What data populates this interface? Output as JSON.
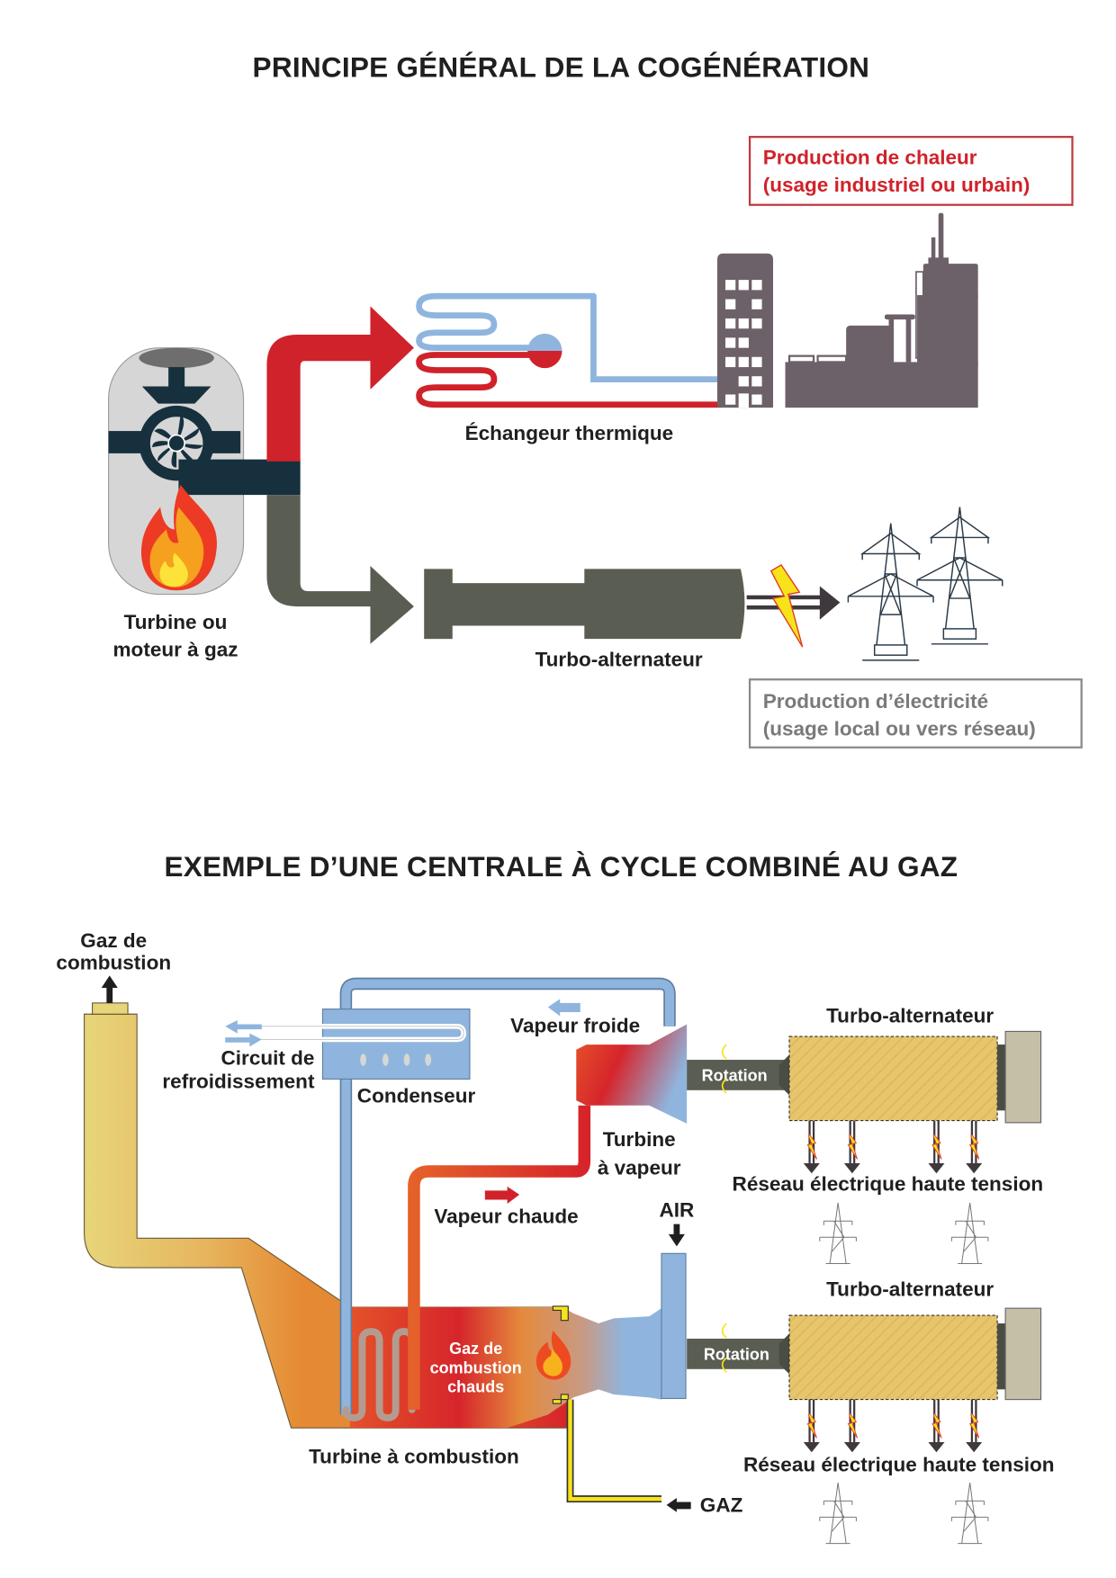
{
  "section1": {
    "title": "PRINCIPE GÉNÉRAL DE LA COGÉNÉRATION",
    "heat_box": {
      "line1": "Production de chaleur",
      "line2": "(usage industriel ou urbain)",
      "color": "#d0222a"
    },
    "exchanger_label": "Échangeur thermique",
    "turbine_label": {
      "line1": "Turbine ou",
      "line2": "moteur à gaz"
    },
    "alternator_label": "Turbo-alternateur",
    "electricity_box": {
      "line1": "Production d’électricité",
      "line2": "(usage local ou vers réseau)",
      "color": "#7a7a7a"
    },
    "icons": [
      "gas-turbine-icon",
      "flame-icon",
      "heat-arrow-icon",
      "exhaust-arrow-icon",
      "heat-exchanger-icon",
      "apartment-building-icon",
      "factory-icon",
      "turbo-alternator-icon",
      "lightning-icon",
      "pylon-icon"
    ]
  },
  "section2": {
    "title": "EXEMPLE D’UNE CENTRALE À CYCLE COMBINÉ AU GAZ",
    "flue_gas_label": {
      "line1": "Gaz de",
      "line2": "combustion"
    },
    "cooling_label": {
      "line1": "Circuit de",
      "line2": "refroidissement"
    },
    "condenser_label": "Condenseur",
    "cold_steam_label": "Vapeur froide",
    "steam_turbine_label": {
      "line1": "Turbine",
      "line2": "à vapeur"
    },
    "hot_steam_label": "Vapeur chaude",
    "air_label": "AIR",
    "hot_gas_label": {
      "line1": "Gaz de",
      "line2": "combustion",
      "line3": "chauds"
    },
    "combustion_turbine_label": "Turbine à combustion",
    "gas_label": "GAZ",
    "generators": [
      {
        "title": "Turbo-alternateur",
        "rotation_label": "Rotation",
        "grid_label": "Réseau électrique haute tension"
      },
      {
        "title": "Turbo-alternateur",
        "rotation_label": "Rotation",
        "grid_label": "Réseau électrique haute tension"
      }
    ]
  },
  "colors": {
    "hot": "#d0222a",
    "cold": "#8fb5de",
    "exhaust": "#5a5d52",
    "turbine_dark": "#17303d",
    "building": "#6d6169",
    "generator": "#e6c56c",
    "gas_line": "#f7e31a"
  }
}
